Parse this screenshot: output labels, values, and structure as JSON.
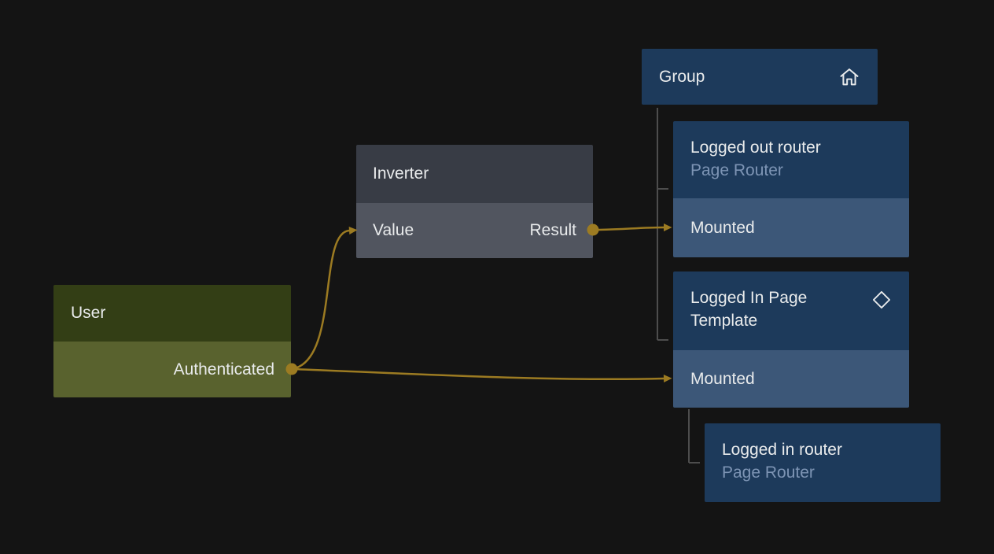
{
  "colors": {
    "background": "#141414",
    "text": "#e9ebec",
    "subtitle-text": "#7d94b4",
    "edge": "#9c7b22",
    "connector": "#4d4d4d",
    "user-header": "#333e15",
    "user-body": "#59622e",
    "inverter-header": "#383c45",
    "inverter-body": "#51555f",
    "blue-header": "#1d3a5b",
    "blue-body": "#3c5778"
  },
  "nodes": {
    "user": {
      "title": "User",
      "output_port": "Authenticated"
    },
    "inverter": {
      "title": "Inverter",
      "input_port": "Value",
      "output_port": "Result"
    },
    "group": {
      "title": "Group",
      "icon": "home-icon"
    },
    "logged_out_router": {
      "title": "Logged out router",
      "subtitle": "Page Router",
      "event": "Mounted"
    },
    "logged_in_page_template": {
      "title": "Logged In Page Template",
      "icon": "diamond-icon",
      "event": "Mounted"
    },
    "logged_in_router": {
      "title": "Logged in router",
      "subtitle": "Page Router"
    }
  }
}
